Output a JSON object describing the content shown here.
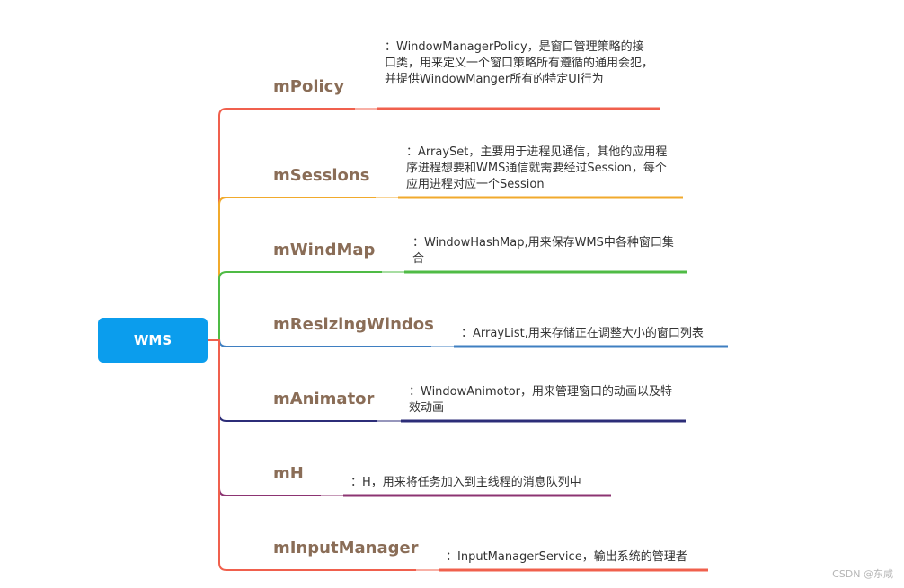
{
  "root": {
    "label": "WMS",
    "color": "#0b9ded"
  },
  "branches": [
    {
      "label": "mPolicy",
      "desc": "：WindowManagerPolicy，是窗口管理策略的接口类，用来定义一个窗口策略所有遵循的通用会犯，并提供WindowManger所有的特定UI行为",
      "color": "#f0604d"
    },
    {
      "label": "mSessions",
      "desc": "：ArraySet，主要用于进程见通信，其他的应用程序进程想要和WMS通信就需要经过Session，每个应用进程对应一个Session",
      "color": "#f1aa2c"
    },
    {
      "label": "mWindMap",
      "desc": "：WindowHashMap,用来保存WMS中各种窗口集合",
      "color": "#4fbb45"
    },
    {
      "label": "mResizingWindos",
      "desc": "：ArrayList,用来存储正在调整大小的窗口列表",
      "color": "#3f7fc1"
    },
    {
      "label": "mAnimator",
      "desc": "：WindowAnimotor，用来管理窗口的动画以及特效动画",
      "color": "#2c2d78"
    },
    {
      "label": "mH",
      "desc": "：H，用来将任务加入到主线程的消息队列中",
      "color": "#8c3472"
    },
    {
      "label": "mInputManager",
      "desc": "：InputManagerService，输出系统的管理者",
      "color": "#f0604d"
    }
  ],
  "watermark": "CSDN @东咸"
}
